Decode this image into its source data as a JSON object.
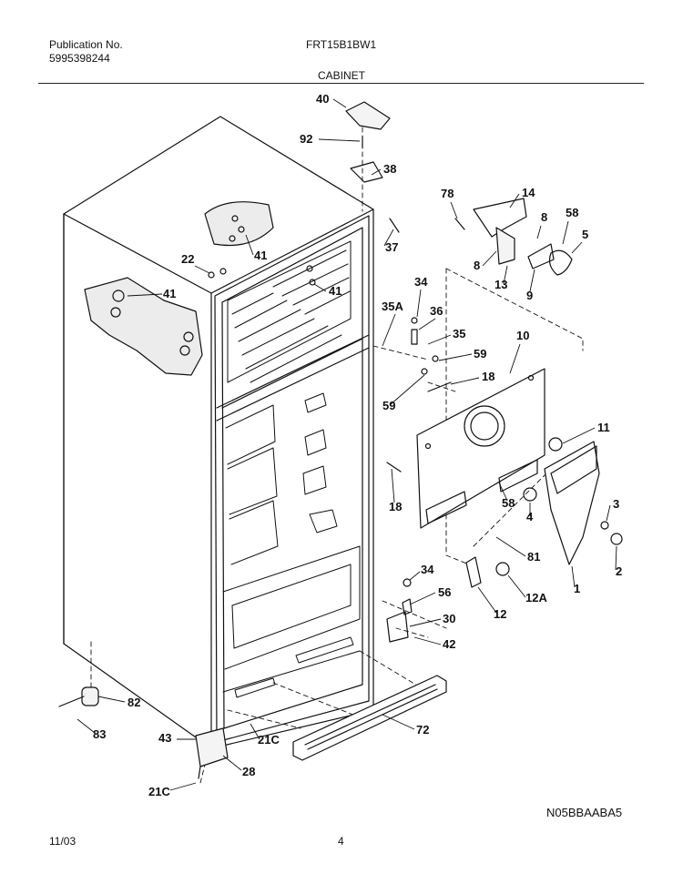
{
  "header": {
    "publication_label": "Publication No.",
    "publication_number": "5995398244",
    "model": "FRT15B1BW1",
    "section": "CABINET"
  },
  "footer": {
    "date": "11/03",
    "page": "4",
    "drawing_code": "N05BBAABA5"
  },
  "callouts": [
    "40",
    "92",
    "38",
    "78",
    "14",
    "8",
    "58",
    "5",
    "37",
    "41",
    "22",
    "41",
    "41",
    "8",
    "13",
    "9",
    "34",
    "35A",
    "36",
    "35",
    "59",
    "10",
    "18",
    "59",
    "11",
    "3",
    "18",
    "58",
    "4",
    "2",
    "81",
    "1",
    "34",
    "56",
    "12",
    "12A",
    "30",
    "42",
    "82",
    "83",
    "43",
    "21C",
    "72",
    "28",
    "21C"
  ]
}
